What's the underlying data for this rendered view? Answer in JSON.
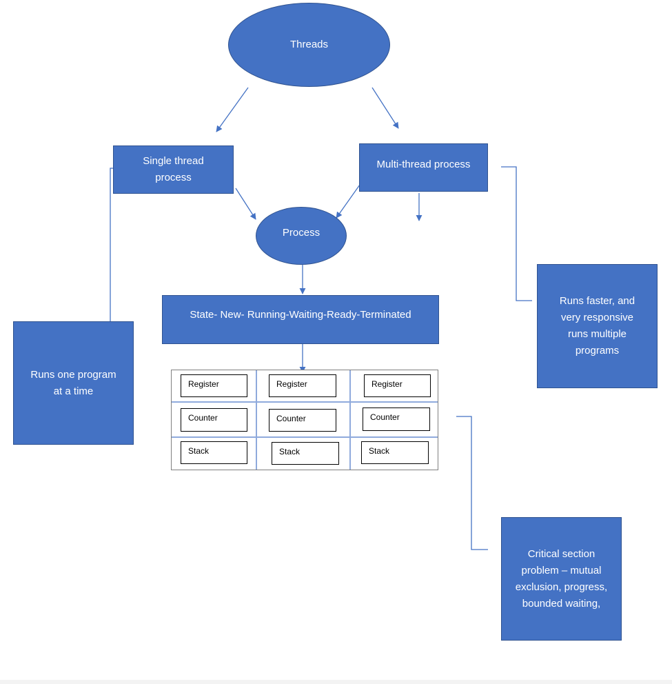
{
  "colors": {
    "node_fill": "#4472c4",
    "node_border": "#2f528f",
    "connector": "#4472c4"
  },
  "nodes": {
    "threads": "Threads",
    "single_thread": "Single thread\nprocess",
    "multi_thread": "Multi-thread process",
    "process": "Process",
    "state": "State- New- Running-Waiting-Ready-Terminated",
    "runs_one": "Runs one program\nat a time",
    "runs_faster": "Runs faster, and\nvery responsive\nruns multiple\nprograms",
    "critical": "Critical section\nproblem – mutual\nexclusion, progress,\nbounded waiting,"
  },
  "table": {
    "rows": [
      [
        "Register",
        "Register",
        "Register"
      ],
      [
        "Counter",
        "Counter",
        "Counter"
      ],
      [
        "Stack",
        "Stack",
        "Stack"
      ]
    ]
  }
}
